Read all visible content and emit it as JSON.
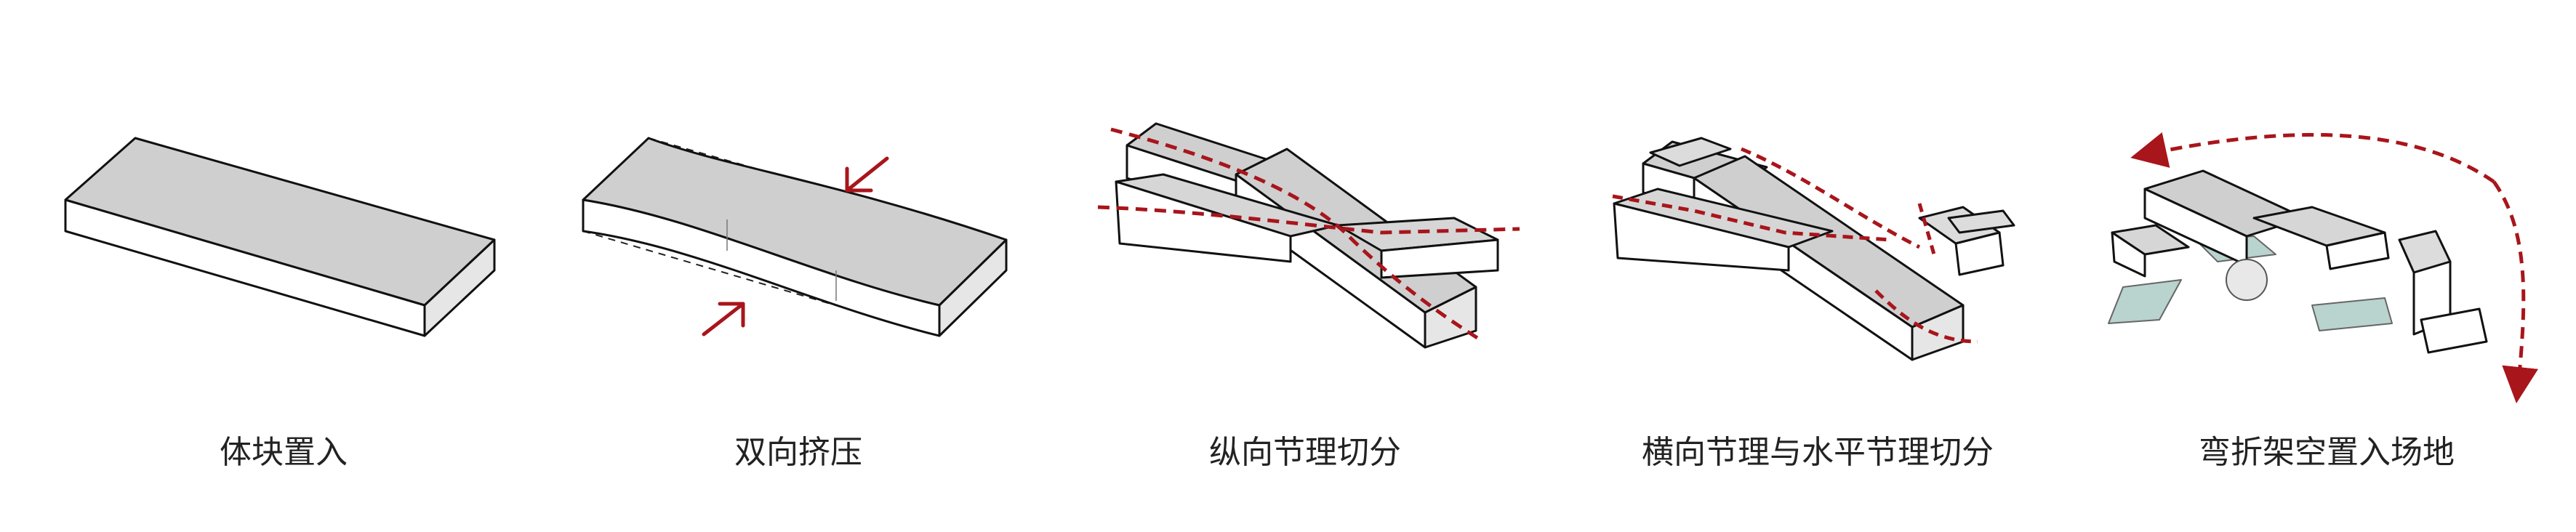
{
  "steps": [
    {
      "caption": "体块置入"
    },
    {
      "caption": "双向挤压"
    },
    {
      "caption": "纵向节理切分"
    },
    {
      "caption": "横向节理与水平节理切分"
    },
    {
      "caption": "弯折架空置入场地"
    }
  ],
  "colors": {
    "top_face": "#cfcfcf",
    "side_face": "#ffffff",
    "edge": "#111111",
    "accent_red": "#a8151b",
    "water": "#b9d3cf"
  }
}
